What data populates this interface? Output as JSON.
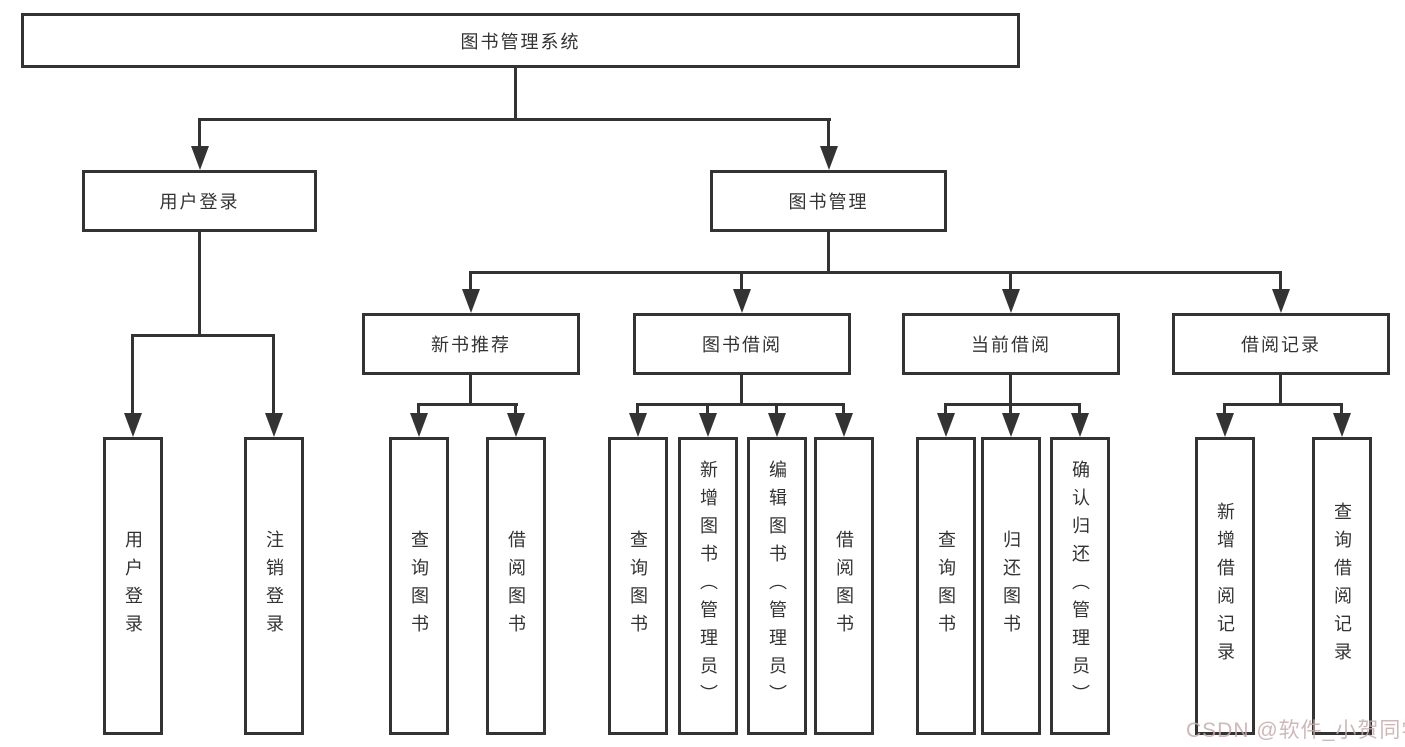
{
  "nodes": {
    "root": "图书管理系统",
    "level2": {
      "user_login": "用户登录",
      "book_mgmt": "图书管理"
    },
    "level3": {
      "new_book": "新书推荐",
      "borrow": "图书借阅",
      "current": "当前借阅",
      "records": "借阅记录"
    },
    "leaves": {
      "login_group": [
        "用户登录",
        "注销登录"
      ],
      "new_book_group": [
        "查询图书",
        "借阅图书"
      ],
      "borrow_group": [
        "查询图书",
        "新增图书（管理员）",
        "编辑图书（管理员）",
        "借阅图书"
      ],
      "current_group": [
        "查询图书",
        "归还图书",
        "确认归还（管理员）"
      ],
      "records_group": [
        "新增借阅记录",
        "查询借阅记录"
      ]
    }
  },
  "watermark": "CSDN @软件_小贺同学",
  "colors": {
    "line": "#333333",
    "text": "#333333",
    "box_background": "#ffffff",
    "watermark": "#c6acac"
  }
}
